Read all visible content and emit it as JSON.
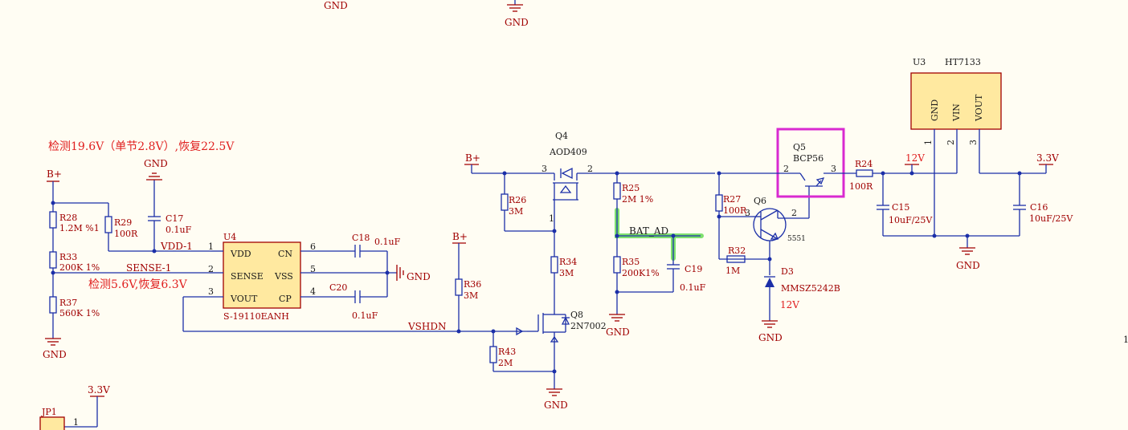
{
  "colors": {
    "wire": "#1b2fa8",
    "label": "#a00000",
    "annotation": "#e02020",
    "chip_fill": "#ffe9a0",
    "highlight_net": "#7ee06e",
    "highlight_box": "#d92ad0",
    "background": "#fffdf3"
  },
  "annotations": {
    "detect_top": "检测19.6V（单节2.8V）,恢复22.5V",
    "detect_bottom": "检测5.6V,恢复6.3V"
  },
  "top_labels": {
    "gnd_left": "GND",
    "gnd_right": "GND"
  },
  "nets": {
    "bplus_left": "B+",
    "bplus_q4": "B+",
    "bplus_r36": "B+",
    "vdd1": "VDD-1",
    "sense1": "SENSE-1",
    "vshdn": "VSHDN",
    "bat_ad": "BAT_AD",
    "v12_top": "12V",
    "v12_d3": "12V",
    "v33_top": "3.3V",
    "v33_jp1": "3.3V",
    "gnd_r37": "GND",
    "gnd_c17": "GND",
    "gnd_u4": "GND",
    "gnd_r35": "GND",
    "gnd_q8": "GND",
    "gnd_d3": "GND",
    "gnd_u3": "GND"
  },
  "components": {
    "r28": {
      "ref": "R28",
      "value": "1.2M %1"
    },
    "r29": {
      "ref": "R29",
      "value": "100R"
    },
    "r33": {
      "ref": "R33",
      "value": "200K 1%"
    },
    "r37": {
      "ref": "R37",
      "value": "560K 1%"
    },
    "c17": {
      "ref": "C17",
      "value": "0.1uF"
    },
    "u4": {
      "ref": "U4",
      "part": "S-19110EANH",
      "pins": {
        "vdd": "VDD",
        "sense": "SENSE",
        "vout": "VOUT",
        "cn": "CN",
        "vss": "VSS",
        "cp": "CP"
      },
      "pin_numbers": {
        "p1": "1",
        "p2": "2",
        "p3": "3",
        "p4": "4",
        "p5": "5",
        "p6": "6"
      }
    },
    "c18": {
      "ref": "C18",
      "value": "0.1uF"
    },
    "c20": {
      "ref": "C20",
      "value": "0.1uF"
    },
    "q4": {
      "ref": "Q4",
      "part": "AOD409",
      "pin_numbers": {
        "p1": "1",
        "p2": "2",
        "p3": "3"
      }
    },
    "r26": {
      "ref": "R26",
      "value": "3M"
    },
    "r34": {
      "ref": "R34",
      "value": "3M"
    },
    "r36": {
      "ref": "R36",
      "value": "3M"
    },
    "q8": {
      "ref": "Q8",
      "part": "2N7002"
    },
    "r43": {
      "ref": "R43",
      "value": "2M"
    },
    "r25": {
      "ref": "R25",
      "value": "2M 1%"
    },
    "r35": {
      "ref": "R35",
      "value": "200K1%"
    },
    "c19": {
      "ref": "C19",
      "value": "0.1uF"
    },
    "r27": {
      "ref": "R27",
      "value": "100R"
    },
    "q6": {
      "ref": "Q6",
      "part": "5551",
      "pin_numbers": {
        "p2": "2",
        "p3": "3"
      }
    },
    "r32": {
      "ref": "R32",
      "value": "1M"
    },
    "d3": {
      "ref": "D3",
      "part": "MMSZ5242B"
    },
    "q5": {
      "ref": "Q5",
      "part": "BCP56",
      "pin_numbers": {
        "p2": "2",
        "p3": "3"
      }
    },
    "r24": {
      "ref": "R24",
      "value": "100R"
    },
    "c15": {
      "ref": "C15",
      "value": "10uF/25V"
    },
    "c16": {
      "ref": "C16",
      "value": "10uF/25V"
    },
    "u3": {
      "ref": "U3",
      "part": "HT7133",
      "pins": {
        "gnd": "GND",
        "vin": "VIN",
        "vout": "VOUT"
      },
      "pin_numbers": {
        "p1": "1",
        "p2": "2",
        "p3": "3"
      }
    },
    "jp1": {
      "ref": "JP1",
      "pin_number": "1"
    }
  },
  "edge_marker": "1"
}
